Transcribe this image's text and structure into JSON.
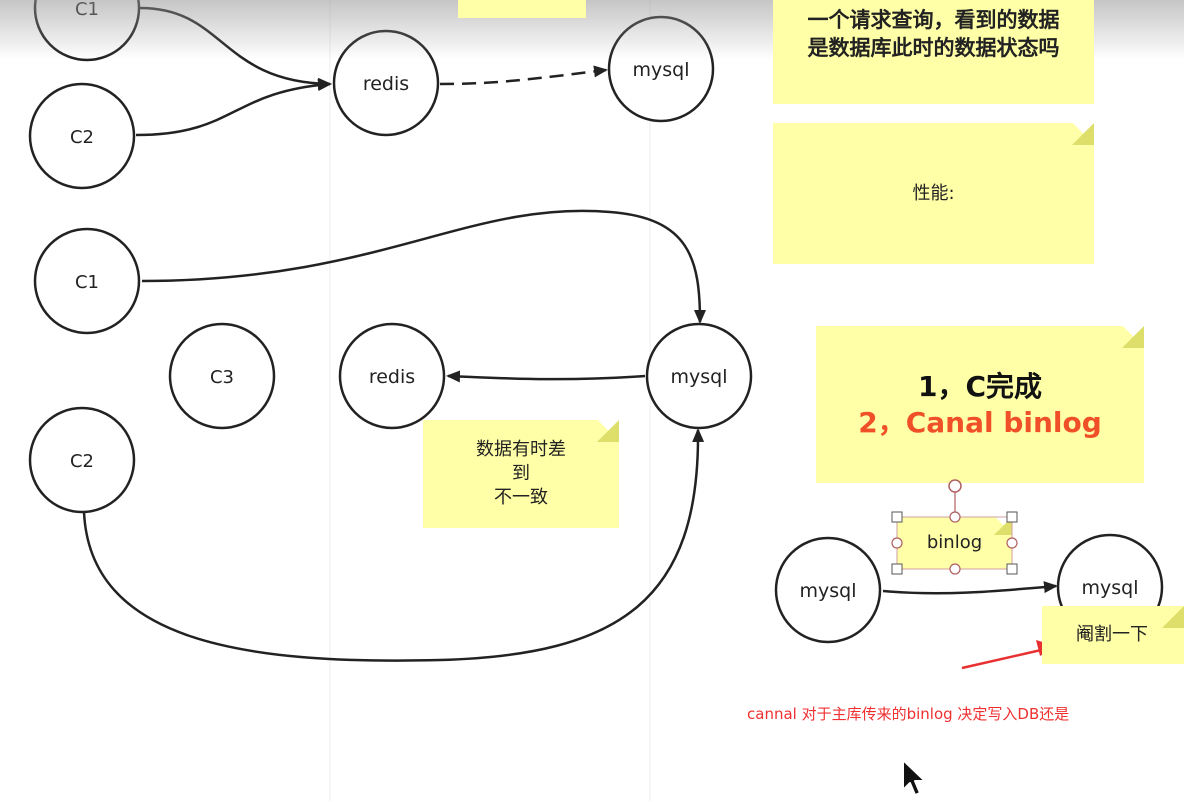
{
  "top_diagram": {
    "clients": [
      "C1",
      "C2"
    ],
    "cache": "redis",
    "db": "mysql"
  },
  "middle_diagram": {
    "clients": [
      "C1",
      "C3",
      "C2"
    ],
    "cache": "redis",
    "db": "mysql",
    "note": [
      "数据有时差",
      "到",
      "不一致"
    ]
  },
  "right_panel": {
    "question_note": [
      "一个请求查询，看到的数据",
      "是数据库此时的数据状态吗"
    ],
    "perf_note": "性能:",
    "solution_line1": "1，C完成",
    "solution_line2": "2，Canal  binlog",
    "replication": {
      "source": "mysql",
      "target": "mysql",
      "label": "binlog"
    },
    "truncated_note": "阉割一下",
    "caption": "cannal 对于主库传来的binlog 决定写入DB还是"
  },
  "colors": {
    "note_yellow": "#ffffa8",
    "fold_yellow": "#dede6a",
    "highlight_red": "#f05028",
    "arrow_red": "#e83030",
    "stroke": "#222222"
  }
}
